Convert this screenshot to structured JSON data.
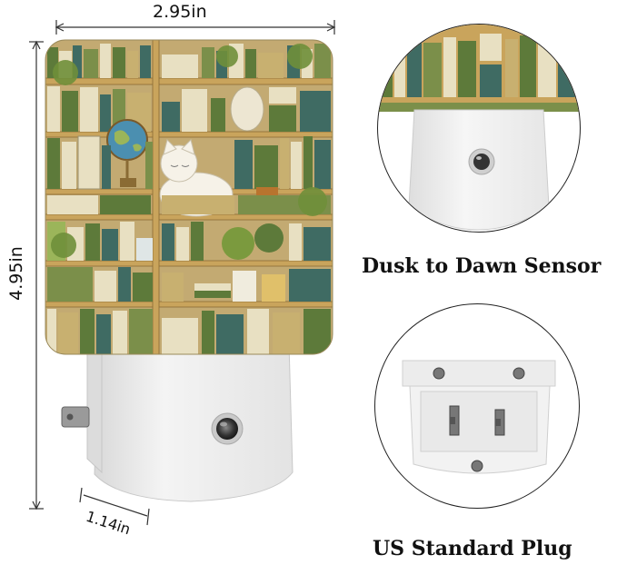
{
  "dimensions": {
    "width_label": "2.95in",
    "height_label": "4.95in",
    "depth_label": "1.14in"
  },
  "captions": {
    "sensor": "Dusk to Dawn Sensor",
    "plug": "US Standard Plug"
  },
  "icons": [
    "cat-illustration",
    "globe-illustration",
    "light-sensor-icon",
    "plug-prongs-icon",
    "screw-icon"
  ],
  "colors": {
    "shelf_wood": "#c9a45c",
    "book_green": "#5d7a3a",
    "book_teal": "#3f6b63",
    "book_cream": "#e8e0c2",
    "plastic_white": "#f1f1f1"
  }
}
